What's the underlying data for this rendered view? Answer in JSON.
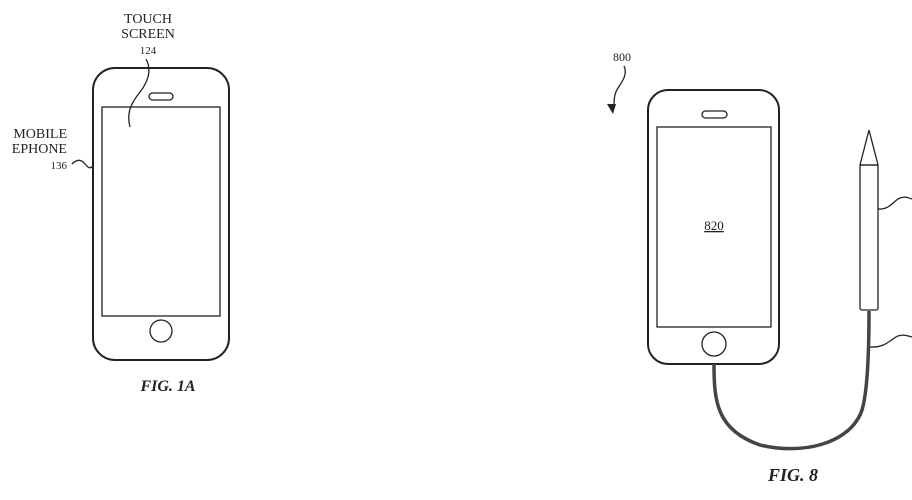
{
  "figure_1a": {
    "touch_screen_label_line1": "TOUCH",
    "touch_screen_label_line2": "SCREEN",
    "touch_screen_ref": "124",
    "mobile_label_line1": "MOBILE",
    "mobile_label_line2": "EPHONE",
    "mobile_ref": "136",
    "caption": "FIG. 1A"
  },
  "figure_8": {
    "system_ref": "800",
    "screen_ref": "820",
    "caption": "FIG. 8"
  }
}
